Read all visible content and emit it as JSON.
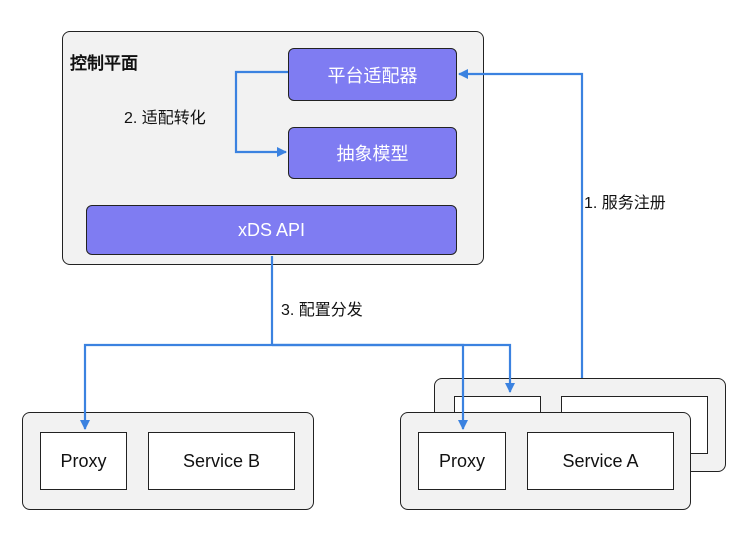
{
  "control_plane": {
    "title": "控制平面",
    "platform_adapter": "平台适配器",
    "abstract_model": "抽象模型",
    "xds_api": "xDS API"
  },
  "steps": {
    "register": "1. 服务注册",
    "adapt": "2. 适配转化",
    "distribute": "3. 配置分发"
  },
  "service_b": {
    "proxy": "Proxy",
    "service": "Service B"
  },
  "service_a": {
    "proxy": "Proxy",
    "service": "Service A"
  },
  "colors": {
    "arrow": "#3b82e0",
    "box_fill": "#7f7cf2",
    "panel_fill": "#f2f2f2"
  }
}
